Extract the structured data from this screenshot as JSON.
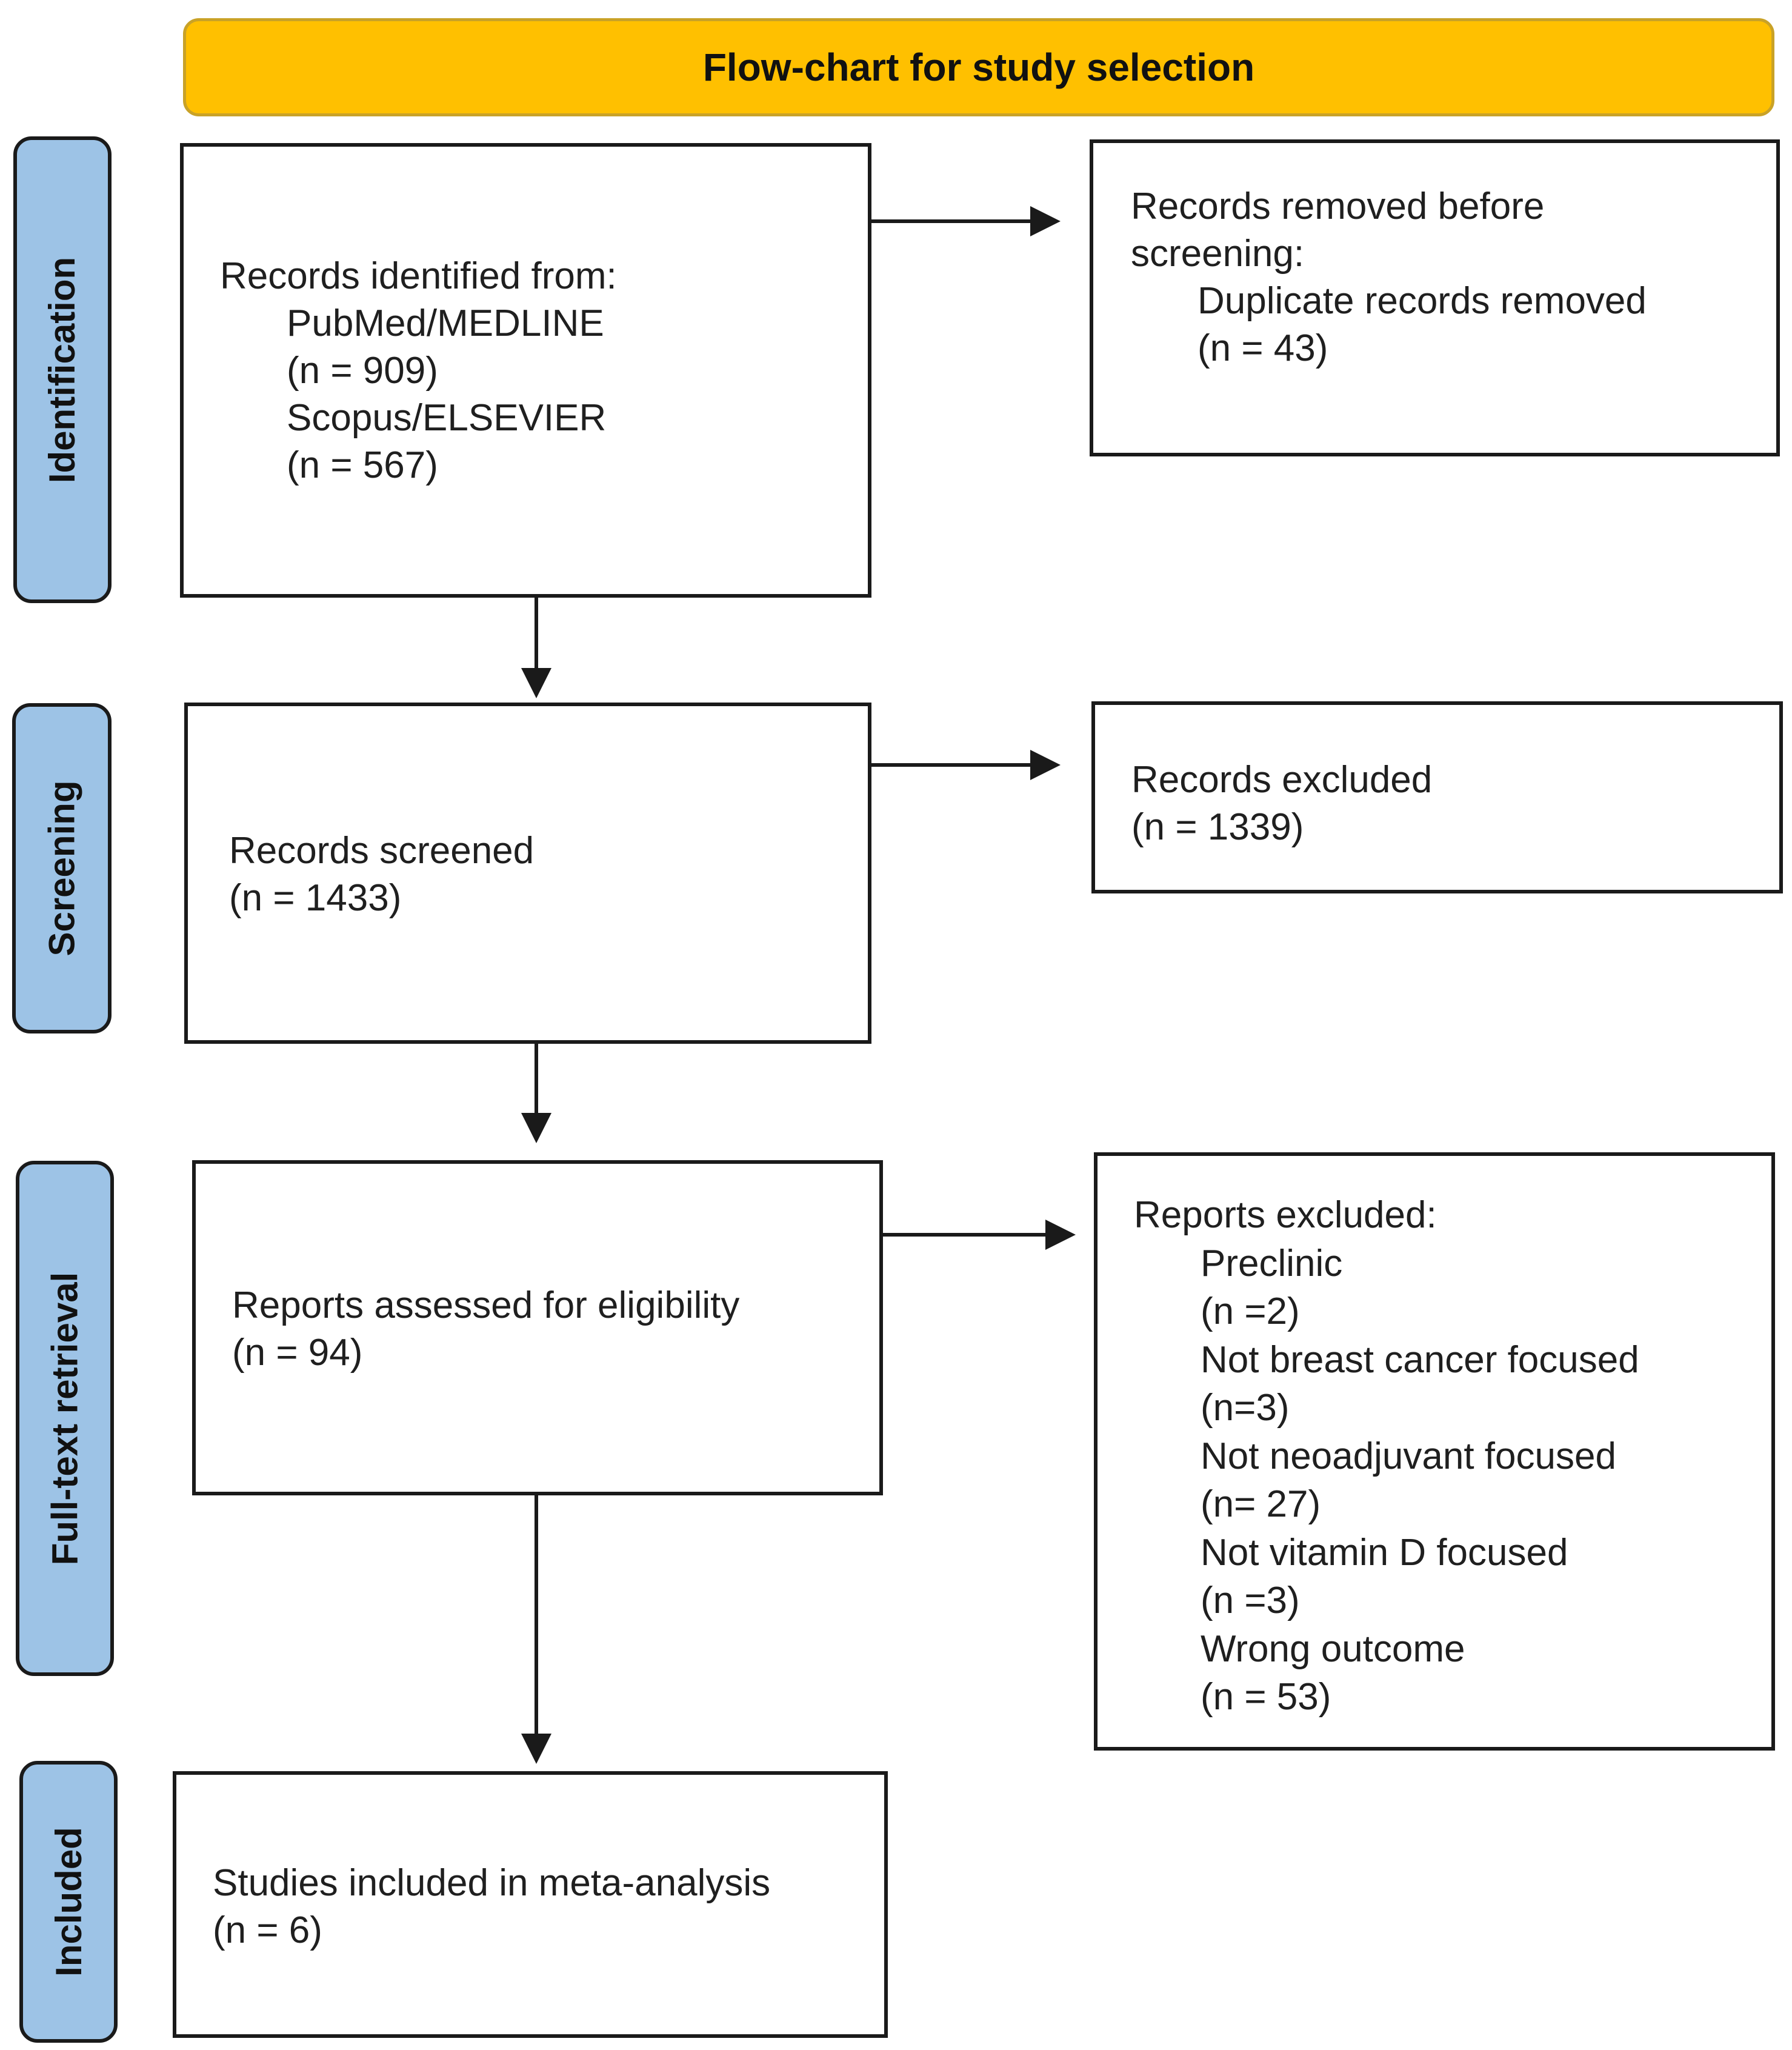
{
  "header": {
    "title": "Flow-chart for study selection"
  },
  "stages": [
    {
      "label": "Identification"
    },
    {
      "label": "Screening"
    },
    {
      "label": "Full-text retrieval"
    },
    {
      "label": "Included"
    }
  ],
  "identification": {
    "heading": "Records identified from:",
    "sources": [
      {
        "name": "PubMed/MEDLINE",
        "n": "(n = 909)"
      },
      {
        "name": "Scopus/ELSEVIER",
        "n": "(n = 567)"
      }
    ]
  },
  "removed": {
    "heading_line1": "Records removed before",
    "heading_line2": "screening:",
    "item": "Duplicate records removed",
    "n": "(n = 43)"
  },
  "screened": {
    "label": "Records screened",
    "n": "(n = 1433)"
  },
  "excluded": {
    "label": "Records excluded",
    "n": "(n = 1339)"
  },
  "assessed": {
    "label": "Reports assessed for eligibility",
    "n": "(n = 94)"
  },
  "reports_excluded": {
    "heading": "Reports excluded:",
    "reasons": [
      {
        "label": "Preclinic",
        "n": "(n =2)"
      },
      {
        "label": "Not breast cancer focused",
        "n": "(n=3)"
      },
      {
        "label": "Not neoadjuvant focused",
        "n": "(n= 27)"
      },
      {
        "label": "Not vitamin D focused",
        "n": "(n =3)"
      },
      {
        "label": "Wrong outcome",
        "n": "(n = 53)"
      }
    ]
  },
  "included": {
    "label": "Studies included in meta-analysis",
    "n": "(n = 6)"
  },
  "colors": {
    "header": "#FFC000",
    "stage": "#9DC3E6",
    "border": "#1a1a1a"
  }
}
